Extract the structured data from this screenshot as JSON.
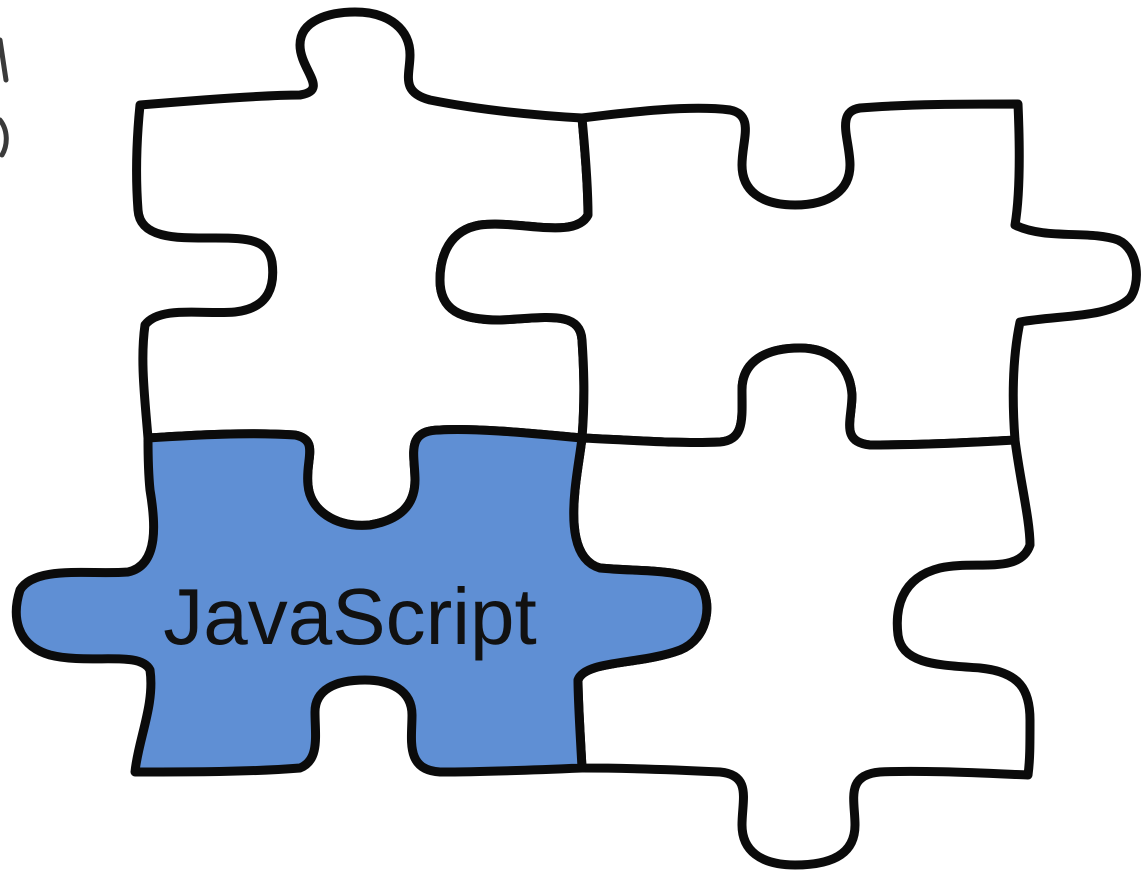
{
  "puzzle": {
    "label": "JavaScript",
    "colors": {
      "highlight_fill": "#5f8fd4",
      "plain_fill": "#ffffff",
      "outline": "#0b0b0b"
    },
    "pieces": [
      {
        "name": "puzzle-piece-top-left",
        "highlighted": false
      },
      {
        "name": "puzzle-piece-top-right",
        "highlighted": false
      },
      {
        "name": "puzzle-piece-bottom-right",
        "highlighted": false
      },
      {
        "name": "puzzle-piece-bottom-left",
        "highlighted": true
      }
    ]
  }
}
